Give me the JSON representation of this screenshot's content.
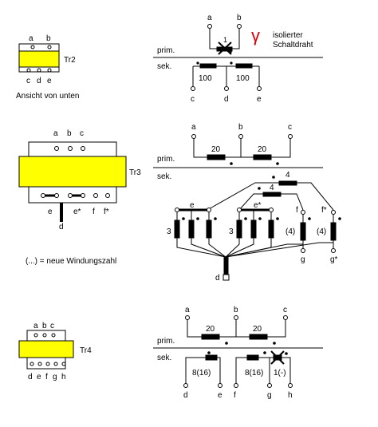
{
  "tr2": {
    "top_pins": [
      "a",
      "b"
    ],
    "bottom_pins": [
      "c",
      "d",
      "e"
    ],
    "name": "Tr2",
    "caption": "Ansicht von unten"
  },
  "tr3": {
    "top_pins": [
      "a",
      "b",
      "c"
    ],
    "bottom_pins": [
      "e",
      "e*",
      "f",
      "f*"
    ],
    "extra_pin": "d",
    "name": "Tr3",
    "caption": "(...) = neue Windungszahl"
  },
  "tr4": {
    "top_pins": [
      "a",
      "b",
      "c"
    ],
    "bottom_pins": [
      "d",
      "e",
      "f",
      "g",
      "h"
    ],
    "name": "Tr4"
  },
  "schematic1": {
    "prim": "prim.",
    "sek": "sek.",
    "prim_terminals": [
      "a",
      "b"
    ],
    "prim_winding": "1",
    "sek_windings": [
      "100",
      "100"
    ],
    "sek_terminals": [
      "c",
      "d",
      "e"
    ],
    "note_symbol": "γ",
    "note_line1": "isolierter",
    "note_line2": "Schaltdraht",
    "note_color": "#e0000a"
  },
  "schematic2": {
    "prim": "prim.",
    "sek": "sek.",
    "prim_terminals": [
      "a",
      "b",
      "c"
    ],
    "prim_windings": [
      "20",
      "20"
    ],
    "top_windings": [
      "4",
      "4"
    ],
    "group_labels": [
      "e",
      "e*"
    ],
    "group_turns": [
      "3",
      "3"
    ],
    "single_labels": [
      "f",
      "f*"
    ],
    "single_turns": [
      "(4)",
      "(4)"
    ],
    "single_terminals": [
      "g",
      "g*"
    ],
    "common_terminal": "d"
  },
  "schematic3": {
    "prim": "prim.",
    "sek": "sek.",
    "prim_terminals": [
      "a",
      "b",
      "c"
    ],
    "prim_windings": [
      "20",
      "20"
    ],
    "sek_windings": [
      "8(16)",
      "8(16)",
      "1(-)"
    ],
    "sek_terminals": [
      "d",
      "e",
      "f",
      "g",
      "h"
    ]
  }
}
